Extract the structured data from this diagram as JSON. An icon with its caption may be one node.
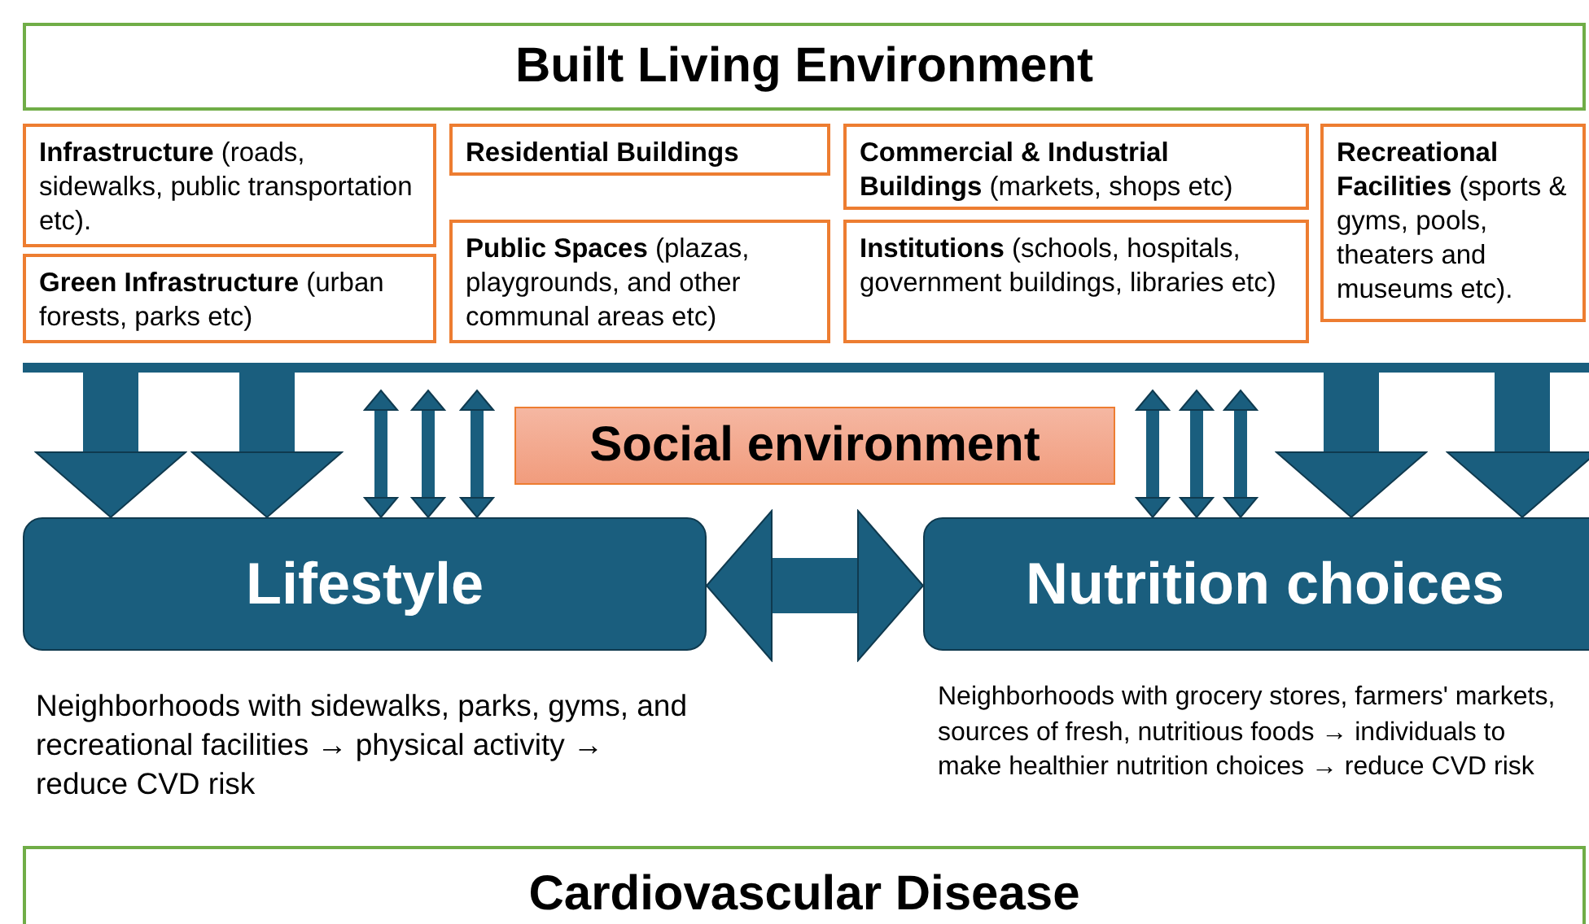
{
  "diagram": {
    "nodes": [
      {
        "text": [
          "Built Living Environment"
        ]
      },
      {
        "text": [
          "**Infrastructure** (roads, sidewalks, public transportation etc)."
        ]
      },
      {
        "text": [
          "**Residential Buildings**"
        ]
      },
      {
        "text": [
          "**Commercial & Industrial Buildings** (markets, shops etc)"
        ]
      },
      {
        "text": [
          "**Recreational Facilities** (sports & gyms, pools, theaters and museums etc)."
        ]
      },
      {
        "text": [
          "**Green Infrastructure** (urban forests, parks etc)"
        ]
      },
      {
        "text": [
          "**Public Spaces** (plazas, playgrounds, and other communal areas etc)"
        ]
      },
      {
        "text": [
          "**Institutions** (schools, hospitals, government buildings, libraries etc)"
        ]
      },
      {
        "text": [],
        "shape": "bar"
      },
      {
        "text": [
          "Social environment"
        ]
      },
      {
        "text": [
          "Lifestyle"
        ],
        "beside": [
          "Neighborhoods with sidewalks, parks, gyms, and recreational facilities → physical activity → reduce CVD risk"
        ]
      },
      {
        "text": [
          "Nutrition choices"
        ],
        "beside": [
          "Neighborhoods with grocery stores, farmers' markets, sources of fresh, nutritious foods → individuals to make healthier nutrition choices → reduce CVD risk"
        ]
      },
      {
        "text": [
          "Cardiovascular Disease"
        ]
      }
    ],
    "edges": [
      {
        "from": 8,
        "to": 10,
        "arrow": "to",
        "style": "thick"
      },
      {
        "from": 8,
        "to": 10,
        "arrow": "to",
        "style": "thick"
      },
      {
        "from": 8,
        "to": 10,
        "arrow": "both"
      },
      {
        "from": 8,
        "to": 10,
        "arrow": "both"
      },
      {
        "from": 8,
        "to": 10,
        "arrow": "both"
      },
      {
        "from": 8,
        "to": 11,
        "arrow": "both"
      },
      {
        "from": 8,
        "to": 11,
        "arrow": "both"
      },
      {
        "from": 8,
        "to": 11,
        "arrow": "both"
      },
      {
        "from": 8,
        "to": 11,
        "arrow": "to",
        "style": "thick"
      },
      {
        "from": 8,
        "to": 11,
        "arrow": "to",
        "style": "thick"
      },
      {
        "from": 10,
        "to": 11,
        "arrow": "both",
        "style": "thick"
      }
    ]
  }
}
